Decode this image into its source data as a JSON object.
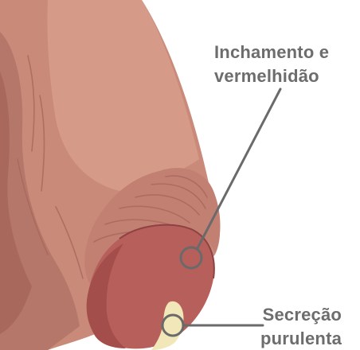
{
  "labels": {
    "swelling": {
      "line1": "Inchamento e",
      "line2": "vermelhidão"
    },
    "discharge": {
      "line1": "Secreção",
      "line2": "purulenta"
    }
  },
  "colors": {
    "label_text": "#6d6d6d",
    "leader_line": "#6a6a6a",
    "skin_base": "#c98a7a",
    "skin_light": "#d69a89",
    "skin_shadow": "#a9685c",
    "skin_fold": "#b5776a",
    "glans": "#b75f5a",
    "glans_dark": "#a34e4b",
    "glans_edge": "#8e4242",
    "discharge": "#f1e7b8"
  }
}
